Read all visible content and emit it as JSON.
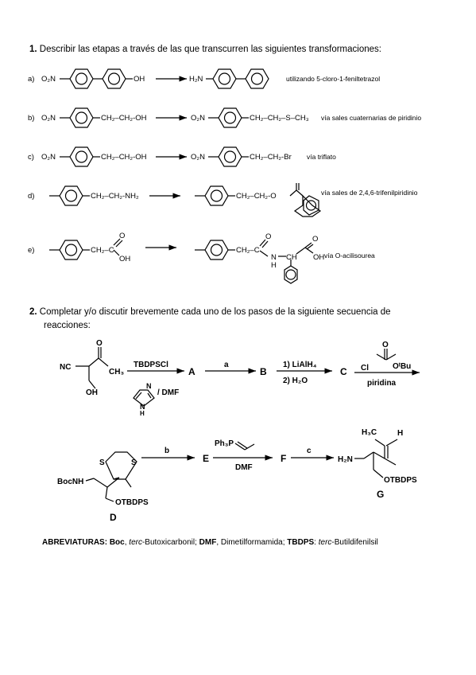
{
  "q1": {
    "number": "1.",
    "statement": "Describir las etapas a través de las que transcurren las siguientes transformaciones:",
    "items": [
      {
        "label": "a)",
        "reactant_left": "O₂N",
        "reactant_right": "OH",
        "product_left": "H₂N",
        "condition": "utilizando 5-cloro-1-feniltetrazol"
      },
      {
        "label": "b)",
        "reactant_left": "O₂N",
        "reactant_right": "CH₂–CH₂-OH",
        "product_left": "O₂N",
        "product_right": "CH₂–CH₂–S–CH₃",
        "condition": "vía sales cuaternarias de piridinio"
      },
      {
        "label": "c)",
        "reactant_left": "O₂N",
        "reactant_right": "CH₂–CH₂-OH",
        "product_left": "O₂N",
        "product_right": "CH₂–CH₂-Br",
        "condition": "vía triflato"
      },
      {
        "label": "d)",
        "reactant_right": "CH₂–CH₂-NH₂",
        "product_right": "CH₂–CH₂-O",
        "condition": "vía sales de 2,4,6-trifenilpiridinio"
      },
      {
        "label": "e)",
        "reactant_right": "CH₂–C",
        "reactant_o": "O",
        "reactant_oh": "OH",
        "product_chain": "CH₂–C",
        "product_o": "O",
        "product_n": "N",
        "product_h": "H",
        "product_ch": "CH",
        "product_oh": "OH",
        "product_o2": "O",
        "condition": "vía O-acilisourea"
      }
    ]
  },
  "q2": {
    "number": "2.",
    "statement_line1": "Completar y/o discutir brevemente cada uno de los pasos de la siguiente secuencia de",
    "statement_line2": "reacciones:",
    "start": {
      "nc": "NC",
      "o": "O",
      "ch3": "CH₃",
      "oh": "OH"
    },
    "step1": {
      "reagent": "TBDPSCl",
      "base_n1": "N",
      "base_n2": "N",
      "base_h": "H",
      "solvent": "/ DMF"
    },
    "A": "A",
    "step_a": "a",
    "B": "B",
    "step_c1": "1) LiAlH₄",
    "step_c2": "2) H₂O",
    "C": "C",
    "step_boc": {
      "cl": "Cl",
      "o": "O",
      "obu": "OᵗBu",
      "base": "piridina"
    },
    "D": {
      "s1": "S",
      "s2": "S",
      "bocnh": "BocNH",
      "otbdps": "OTBDPS",
      "label": "D"
    },
    "step_b": "b",
    "E": "E",
    "ylide": {
      "ph3p": "Ph₃P",
      "solvent": "DMF"
    },
    "F": "F",
    "step_c": "c",
    "G": {
      "h3c": "H₃C",
      "h": "H",
      "h2n": "H₂N",
      "otbdps": "OTBDPS",
      "label": "G"
    }
  },
  "abbreviations": {
    "title": "ABREVIATURAS:",
    "boc": "Boc",
    "boc_desc1": "terc",
    "boc_desc2": "-Butoxicarbonil;",
    "dmf": "DMF",
    "dmf_desc": ", Dimetilformamida;",
    "tbdps": "TBDPS",
    "tbdps_desc1": "terc",
    "tbdps_desc2": "-Butildifenilsil"
  }
}
